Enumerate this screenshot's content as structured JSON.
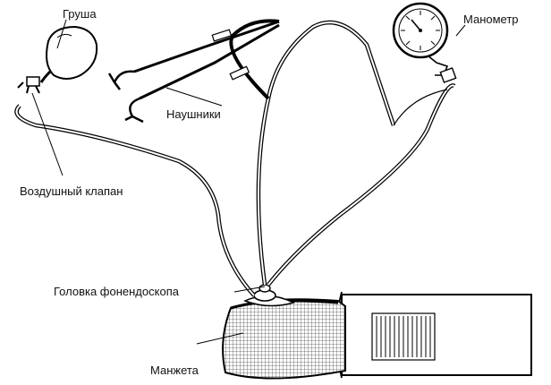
{
  "labels": {
    "bulb": "Груша",
    "manometer": "Манометр",
    "earpieces": "Наушники",
    "air_valve": "Воздушный клапан",
    "chestpiece": "Головка фонендоскопа",
    "cuff": "Манжета"
  },
  "colors": {
    "stroke": "#000000",
    "background": "#ffffff"
  }
}
